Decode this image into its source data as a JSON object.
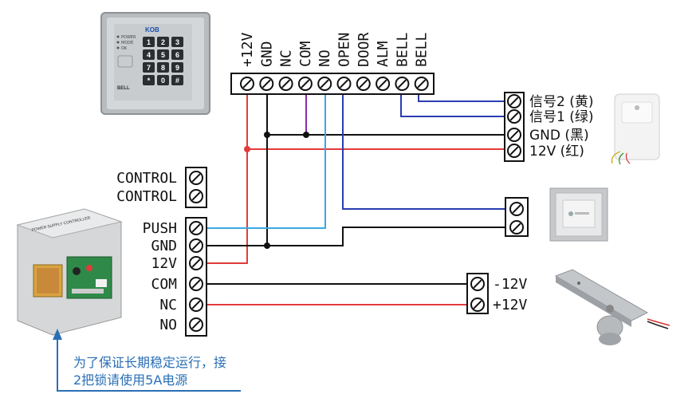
{
  "keypad": {
    "brand": "KOB",
    "buttons": [
      "1",
      "2",
      "3",
      "4",
      "5",
      "6",
      "7",
      "8",
      "9",
      "*",
      "0",
      "#"
    ],
    "bell_label": "BELL",
    "leds": [
      "POWER",
      "MODE",
      "OK"
    ]
  },
  "top_terminals": [
    "+12V",
    "GND",
    "NC",
    "COM",
    "NO",
    "OPEN",
    "DOOR",
    "ALM",
    "BELL",
    "BELL"
  ],
  "doorbell_terminals": [
    "信号2 (黄)",
    "信号1 (绿)",
    "GND  (黑)",
    "12V  (红)"
  ],
  "power_supply": {
    "title": "POWER SUPPLY CONTROLLER",
    "control_terminals": [
      "CONTROL",
      "CONTROL"
    ],
    "main_terminals": [
      "PUSH",
      "GND",
      "12V",
      "COM",
      "NC",
      "NO"
    ]
  },
  "lock_terminals": [
    "-12V",
    "+12V"
  ],
  "note_lines": [
    "为了保证长期稳定运行，接",
    "2把锁请使用5A电源"
  ],
  "colors": {
    "black": "#111111",
    "red": "#e23b3b",
    "blue": "#2a3db0",
    "light_blue": "#3aa9e0",
    "purple": "#8a2bb0",
    "note_blue": "#2a6fb5"
  }
}
